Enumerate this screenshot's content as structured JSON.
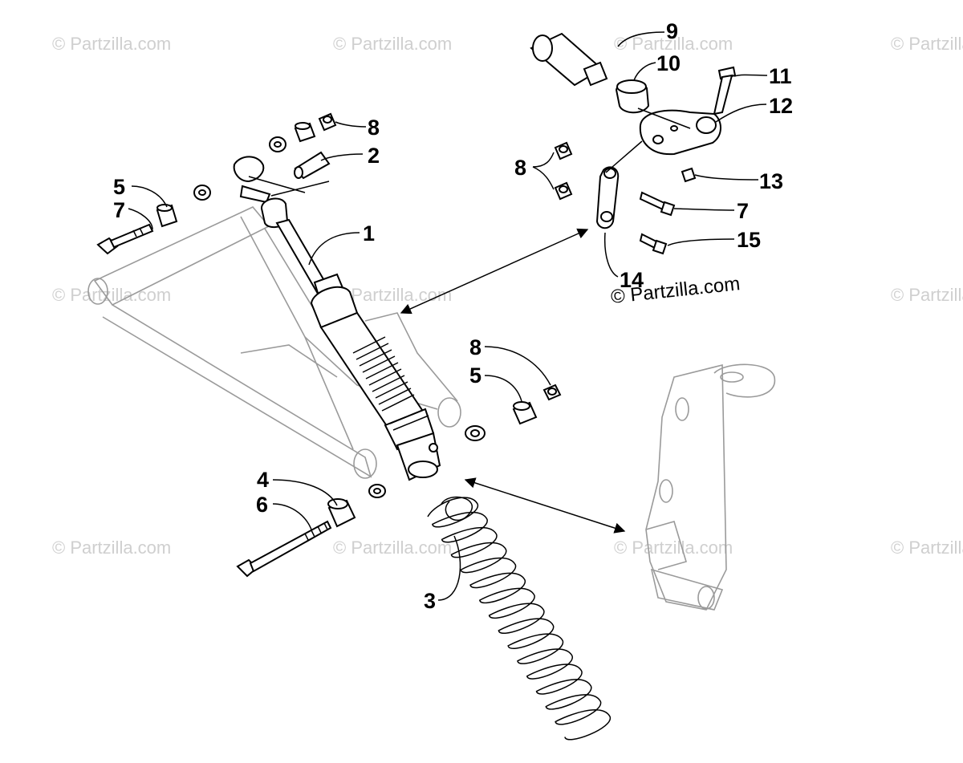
{
  "watermarks": {
    "small": "© Partzilla.com",
    "main": "© Partzilla.com"
  },
  "callouts": {
    "c1": "1",
    "c2": "2",
    "c3": "3",
    "c4": "4",
    "c5_upper": "5",
    "c5_lower": "5",
    "c6": "6",
    "c7_left": "7",
    "c7_right": "7",
    "c8_top": "8",
    "c8_link": "8",
    "c8_lower": "8",
    "c9": "9",
    "c10": "10",
    "c11": "11",
    "c12": "12",
    "c13": "13",
    "c14": "14",
    "c15": "15"
  },
  "colors": {
    "ink": "#000000",
    "watermark": "#cfcfcf",
    "ghost_part": "#9a9a9a"
  }
}
